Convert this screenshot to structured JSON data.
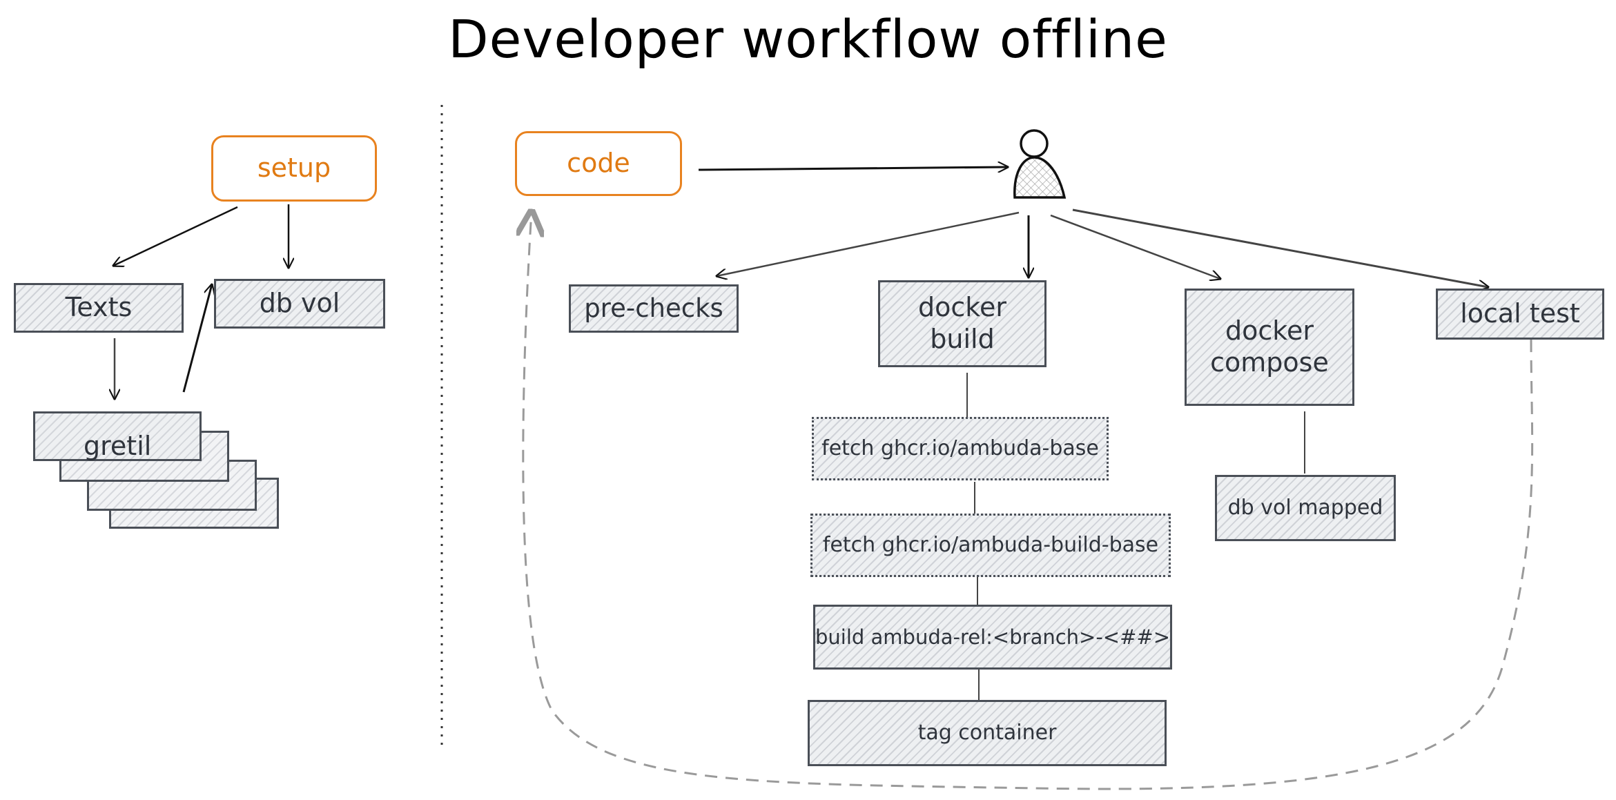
{
  "title": "Developer workflow offline",
  "setup": {
    "label": "setup",
    "texts": "Texts",
    "db_vol": "db vol",
    "gretil": "gretil"
  },
  "workflow": {
    "code": "code",
    "user_icon": "person-icon",
    "pre_checks": "pre-checks",
    "docker_build": "docker build",
    "docker_compose": "docker compose",
    "local_test": "local test",
    "db_vol_mapped": "db vol mapped",
    "build_steps": [
      "fetch ghcr.io/ambuda-base",
      "fetch ghcr.io/ambuda-build-base",
      "build ambuda-rel:<branch>-<##>",
      "tag container"
    ]
  },
  "colors": {
    "accent": "#e8821f",
    "stroke": "#4a4f57",
    "dashed": "#9a9a9a"
  }
}
